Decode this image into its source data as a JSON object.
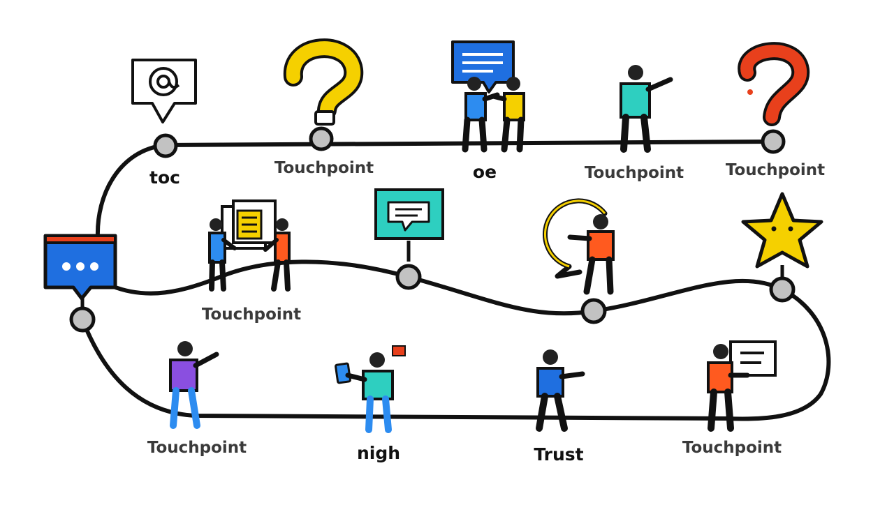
{
  "colors": {
    "path": "#111111",
    "node_fill": "#c2c2c2",
    "label": "#3a3a3a",
    "label_dark": "#111111",
    "yellow": "#f5d000",
    "orange": "#ff5a1f",
    "red": "#e8401c",
    "teal": "#2ecfc0",
    "blue": "#1f6fe0",
    "purple": "#8a4fe0",
    "sky": "#2d8cf0"
  },
  "labels": {
    "top_1": "toc",
    "top_2": "Touchpoint",
    "top_3": "oe",
    "top_4": "Touchpoint",
    "top_5": "Touchpoint",
    "mid_1": "Touchpoint",
    "bot_1": "Touchpoint",
    "bot_2": "nigh",
    "bot_3": "Trust",
    "bot_4": "Touchpoint"
  },
  "icons": [
    "at-sign-speech-bubble-icon",
    "question-mark-yellow-icon",
    "two-people-conversation-icon",
    "person-pointing-icon",
    "question-mark-orange-icon",
    "chat-window-icon",
    "people-sharing-document-icon",
    "teal-message-icon",
    "person-with-speech-bubble-icon",
    "star-icon",
    "person-waving-icon",
    "person-with-phone-icon",
    "person-walking-icon",
    "person-holding-sign-icon"
  ]
}
